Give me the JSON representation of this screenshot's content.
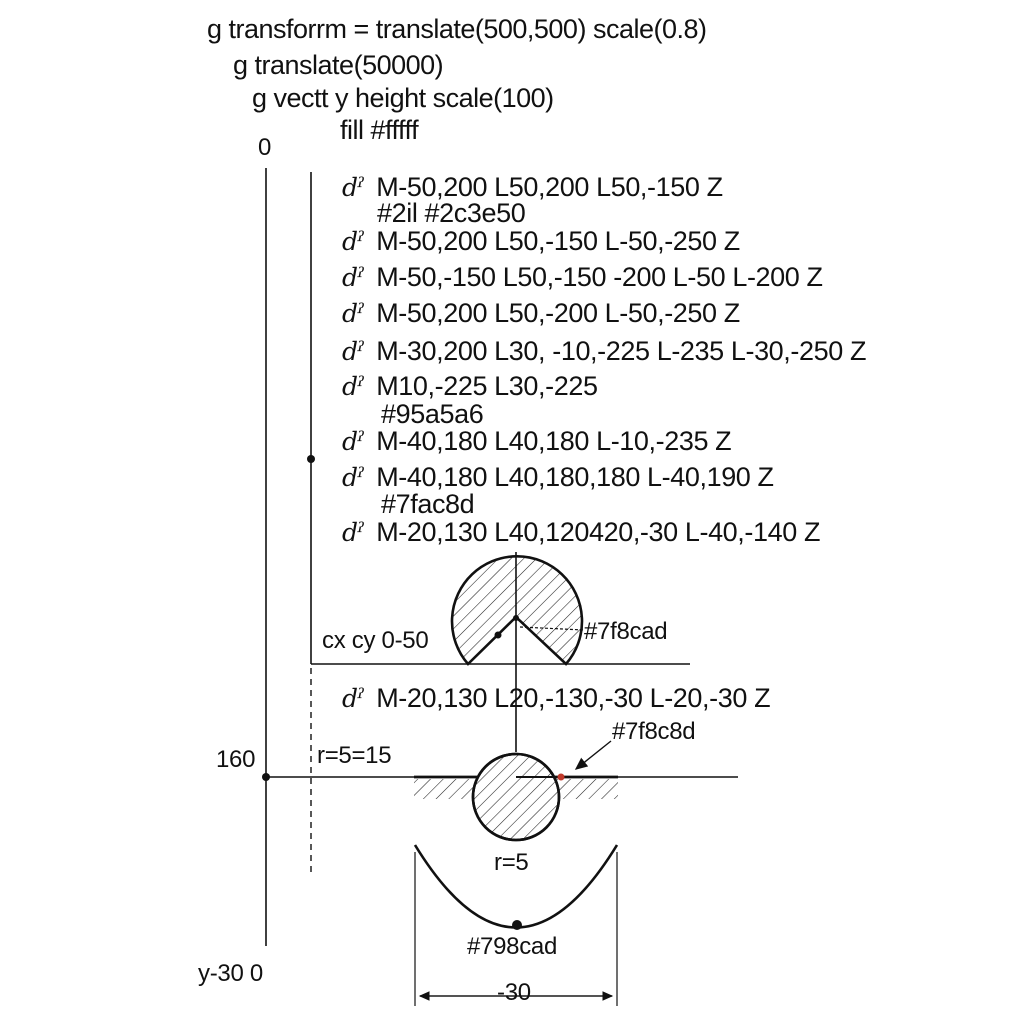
{
  "header": {
    "line1": "g transforrm = translate(500,500) scale(0.8)",
    "line2": "g translate(50000)",
    "line3": "g vectt  y   height scale(100)",
    "line4": "fill #fffff"
  },
  "axis_labels": {
    "top_zero": "0",
    "left_160": "160",
    "bottom": "y-30 0"
  },
  "path_prefix": "dˀ",
  "paths": [
    {
      "text": "M-50,200 L50,200 L50,-150 Z",
      "note": "#2il #2c3e50"
    },
    {
      "text": "M-50,200 L50,-150 L-50,-250 Z",
      "note": ""
    },
    {
      "text": "M-50,-150 L50,-150 -200 L-50 L-200 Z",
      "note": ""
    },
    {
      "text": "M-50,200 L50,-200 L-50,-250 Z",
      "note": ""
    },
    {
      "text": "M-30,200 L30, -10,-225 L-235 L-30,-250 Z",
      "note": ""
    },
    {
      "text": "M10,-225 L30,-225",
      "note": "#95a5a6"
    },
    {
      "text": "M-40,180 L40,180 L-10,-235 Z",
      "note": ""
    },
    {
      "text": "M-40,180 L40,180,180 L-40,190 Z",
      "note": "#7fac8d"
    },
    {
      "text": "M-20,130 L40,120420,-30 L-40,-140 Z",
      "note": ""
    }
  ],
  "lower_path": {
    "text": "M-20,130 L20,-130,-30 L-20,-30 Z"
  },
  "callouts": {
    "cxcy": "cx cy 0-50",
    "color_upper": "#7f8cad",
    "color_mid": "#7f8c8d",
    "r_eq": "r=5=15",
    "r5": "r=5",
    "color_bottom": "#798cad",
    "dim_bottom": "-30"
  },
  "colors": {
    "ink": "#111111",
    "accent_dot": "#c0392b"
  }
}
